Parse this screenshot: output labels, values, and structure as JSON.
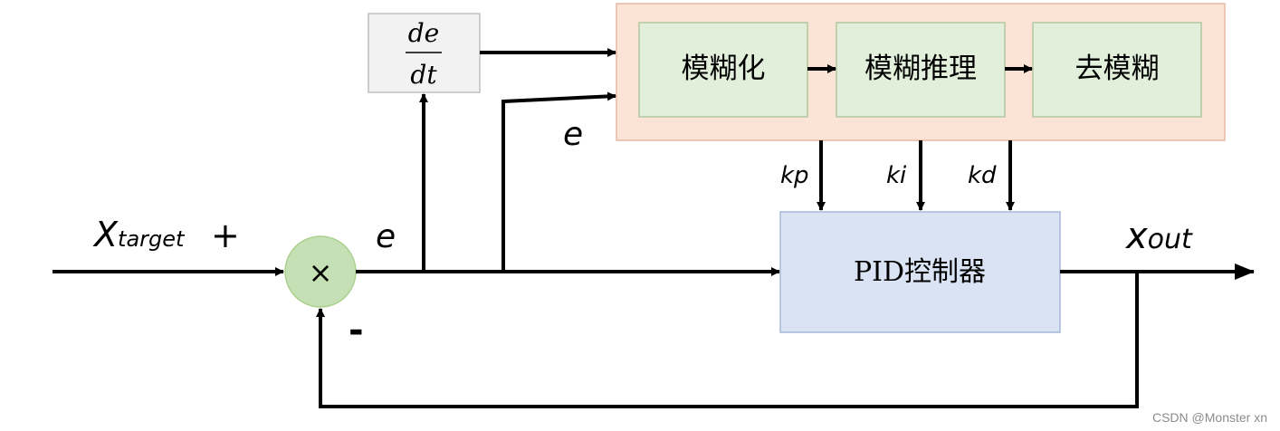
{
  "diagram": {
    "input_label_main": "X",
    "input_label_sub": "target",
    "plus_sign": "+",
    "minus_sign": "-",
    "multiply_symbol": "×",
    "error_label_main": "e",
    "error_label_upper": "e",
    "derivative_numerator": "de",
    "derivative_denominator": "dt",
    "fuzzy_stages": [
      "模糊化",
      "模糊推理",
      "去模糊"
    ],
    "gain_labels": [
      "kp",
      "ki",
      "kd"
    ],
    "controller_label": "PID控制器",
    "output_label_main": "x",
    "output_label_sub": "out",
    "watermark": "CSDN @Monster xn"
  },
  "colors": {
    "fuzzy_container_fill": "#fbe3d6",
    "fuzzy_stage_fill": "#e2efda",
    "controller_fill": "#dae3f3",
    "derivative_fill": "#f2f2f2",
    "summing_junction_fill": "#c5e0b4"
  }
}
